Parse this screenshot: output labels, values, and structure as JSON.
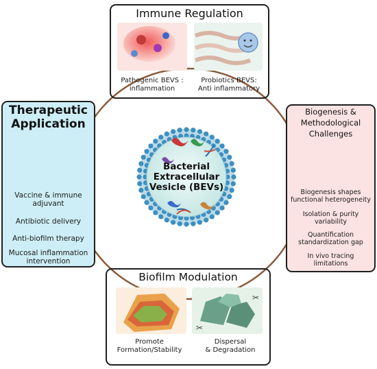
{
  "center": {
    "line1": "Bacterial",
    "line2": "Extracellular",
    "line3": "Vesicle (BEVs)"
  },
  "immune": {
    "title": "Immune Regulation",
    "left_line1": "Pathogenic BEVS :",
    "left_line2": "inflammation",
    "right_line1": "Probiotics BEVS:",
    "right_line2": "Anti inflammatory"
  },
  "therapeutic": {
    "title_line1": "Therapeutic",
    "title_line2": "Application",
    "items": [
      {
        "line1": "Vaccine & immune",
        "line2": "adjuvant"
      },
      {
        "line1": "Antibiotic delivery",
        "line2": ""
      },
      {
        "line1": "Anti-biofilm therapy",
        "line2": ""
      },
      {
        "line1": "Mucosal inflammation",
        "line2": "intervention"
      }
    ]
  },
  "biogenesis": {
    "title_line1": "Biogenesis &",
    "title_line2": "Methodological",
    "title_line3": "Challenges",
    "items": [
      {
        "line1": "Biogenesis shapes",
        "line2": "functional heterogeneity"
      },
      {
        "line1": "Isolation & purity",
        "line2": "variability"
      },
      {
        "line1": "Quantification",
        "line2": "standardization gap"
      },
      {
        "line1": "In vivo tracing",
        "line2": "limitations"
      }
    ]
  },
  "biofilm": {
    "title": "Biofilm Modulation",
    "left_line1": "Promote",
    "left_line2": "Formation/Stability",
    "right_line1": "Dispersal",
    "right_line2": "& Degradation"
  },
  "colors": {
    "ring": "#8a5a3c",
    "therapeutic_bg": "#cdeef6",
    "biogenesis_bg": "#fbe3e3",
    "vesicle_core": "#d8f0ee",
    "lipid_head": "#3e8fc0"
  }
}
